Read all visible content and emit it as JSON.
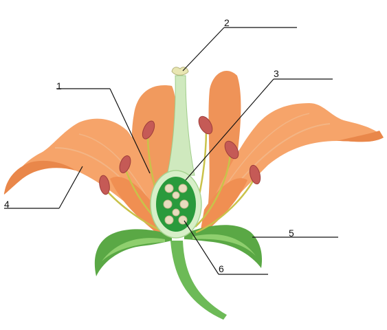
{
  "diagram": {
    "labels": [
      {
        "id": "1",
        "text": "1"
      },
      {
        "id": "2",
        "text": "2"
      },
      {
        "id": "3",
        "text": "3"
      },
      {
        "id": "4",
        "text": "4"
      },
      {
        "id": "5",
        "text": "5"
      },
      {
        "id": "6",
        "text": "6"
      }
    ],
    "colors": {
      "petal": "#f6a46a",
      "petal_dark": "#e9874a",
      "petal_vein": "#f3b585",
      "sepal": "#5aa845",
      "sepal_light": "#8fcf6e",
      "stem": "#6dba57",
      "style": "#cfe9be",
      "ovary_wall": "#d7efc8",
      "ovary_inner": "#2a9a3c",
      "ovule": "#e8dcbf",
      "anther": "#c55a56",
      "filament": "#c9c24a",
      "line": "#111111"
    }
  }
}
